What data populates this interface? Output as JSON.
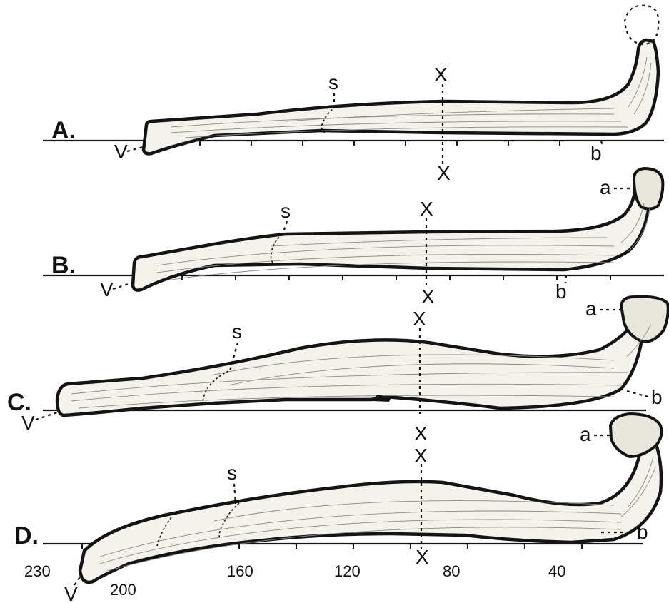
{
  "panels": [
    {
      "id": "A",
      "label": "A.",
      "ventral": "V",
      "s": "s",
      "x_top": "X",
      "x_bottom": "X",
      "b": "b"
    },
    {
      "id": "B",
      "label": "B.",
      "ventral": "V",
      "s": "s",
      "x_top": "X",
      "x_bottom": "X",
      "a": "a",
      "b": "b"
    },
    {
      "id": "C",
      "label": "C.",
      "ventral": "V",
      "s": "s",
      "x_top": "X",
      "a": "a",
      "b": "b"
    },
    {
      "id": "D",
      "label": "D.",
      "ventral": "V",
      "s": "s",
      "x_top": "X",
      "x_mid": "X",
      "x_bottom": "X",
      "a": "a",
      "b": "b"
    }
  ],
  "scale": [
    "230",
    "200",
    "160",
    "120",
    "80",
    "40"
  ]
}
